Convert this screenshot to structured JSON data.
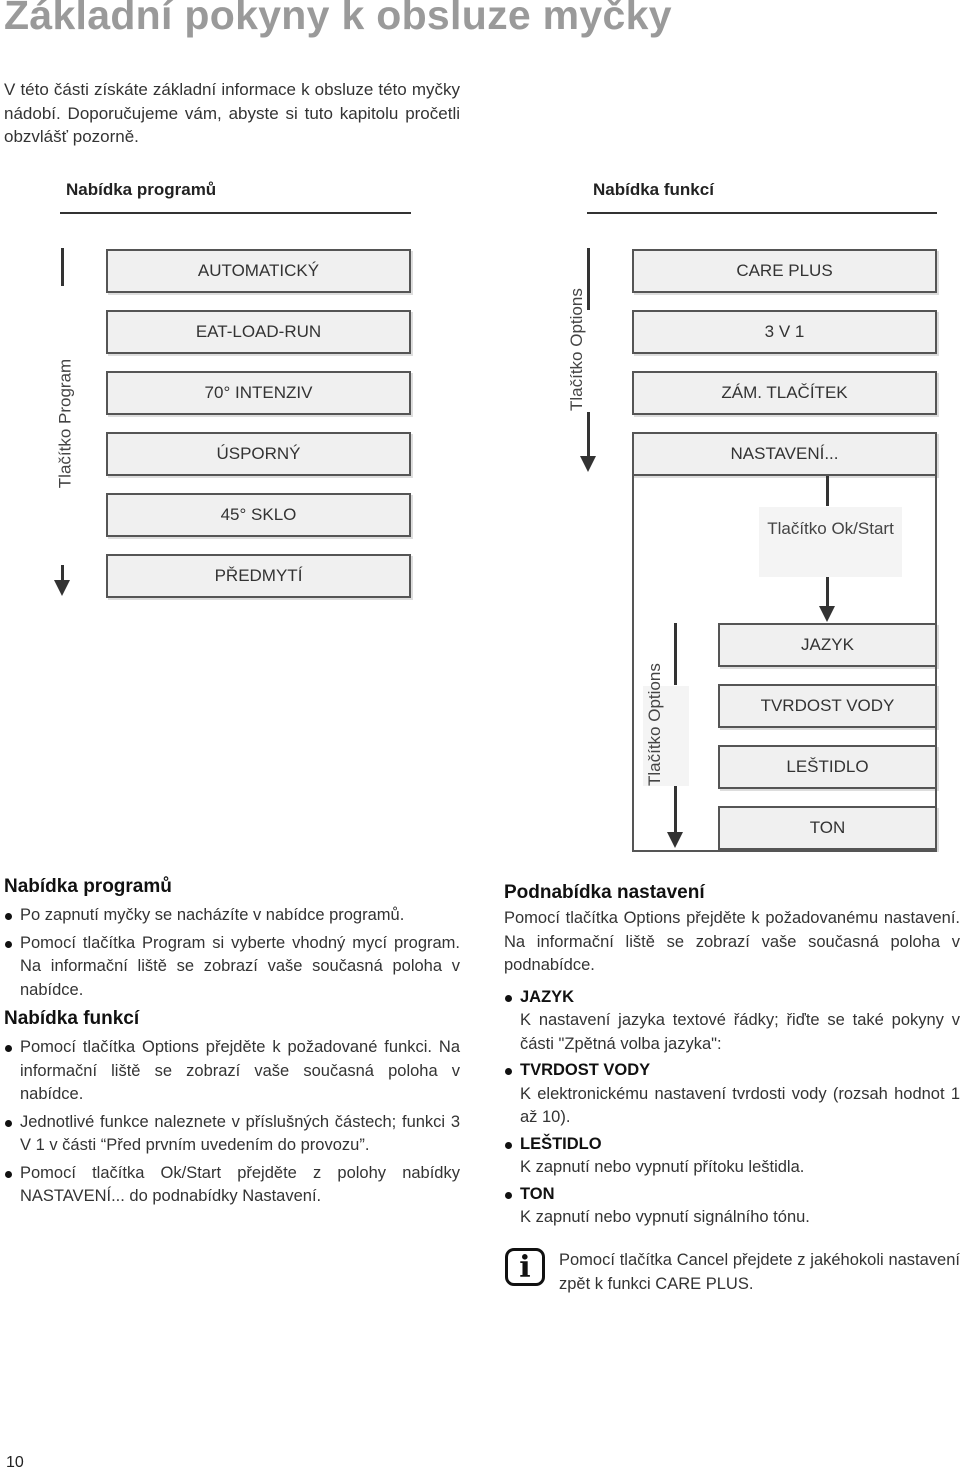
{
  "page": {
    "title": "Základní pokyny k obsluze myčky",
    "intro": "V této části získáte základní informace k obsluze této myčky nádobí. Doporučujeme vám, abyste si tuto kapitolu pročetli obzvlášť pozorně.",
    "page_number": "10"
  },
  "diagram": {
    "program_menu_header": "Nabídka programů",
    "function_menu_header": "Nabídka funkcí",
    "program_button_label": "Tlačítko Program",
    "options_button_label": "Tlačítko Options",
    "options_button_label_2": "Tlačítko Options",
    "ok_start_label": "Tlačítko Ok/Start",
    "programs": [
      "AUTOMATICKÝ",
      "EAT-LOAD-RUN",
      "70° INTENZIV",
      "ÚSPORNÝ",
      "45° SKLO",
      "PŘEDMYTÍ"
    ],
    "functions": [
      "CARE PLUS",
      "3 V 1",
      "ZÁM. TLAČÍTEK",
      "NASTAVENÍ..."
    ],
    "settings": [
      "JAZYK",
      "TVRDOST VODY",
      "LEŠTIDLO",
      "TON"
    ]
  },
  "left": {
    "program_heading": "Nabídka programů",
    "program_bullets": [
      "Po zapnutí myčky se nacházíte v nabídce programů.",
      "Pomocí tlačítka Program si vyberte vhodný mycí program. Na informační liště se zobrazí vaše současná poloha v nabídce."
    ],
    "function_heading": "Nabídka funkcí",
    "function_bullets": [
      "Pomocí tlačítka Options přejděte k požadované funkci. Na informační liště se zobrazí vaše současná poloha v nabídce.",
      "Jednotlivé funkce naleznete v příslušných částech; funkci 3 V 1 v části “Před prvním uvedením do provozu”.",
      "Pomocí tlačítka Ok/Start přejděte z polohy nabídky NASTAVENÍ... do podnabídky Nastavení."
    ]
  },
  "right": {
    "heading": "Podnabídka nastavení",
    "intro": "Pomocí tlačítka Options přejděte k požadovanému nastavení. Na informační liště se zobrazí vaše současná poloha v podnabídce.",
    "items": [
      {
        "label": "JAZYK",
        "desc": "K nastavení jazyka textové řádky; řiďte se také pokyny v části \"Zpětná volba jazyka\":"
      },
      {
        "label": "TVRDOST VODY",
        "desc": "K elektronickému nastavení tvrdosti vody (rozsah hodnot 1 až 10)."
      },
      {
        "label": "LEŠTIDLO",
        "desc": "K zapnutí nebo vypnutí přítoku leštidla."
      },
      {
        "label": "TON",
        "desc": "K zapnutí nebo vypnutí signálního tónu."
      }
    ],
    "info_icon_glyph": "i",
    "info_text": "Pomocí tlačítka Cancel přejdete z jakéhokoli nastavení zpět k funkci CARE PLUS."
  }
}
